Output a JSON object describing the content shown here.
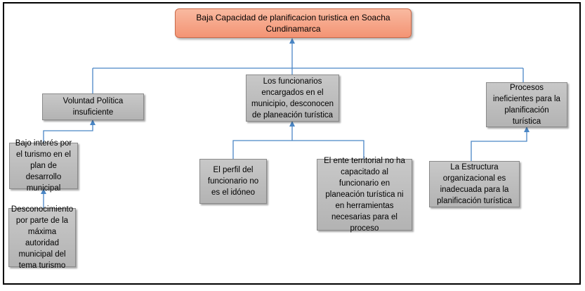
{
  "root": {
    "label": "Baja Capacidad de planificacion turistica en Soacha Cundinamarca"
  },
  "causes": [
    {
      "label": "Voluntad Política insuficiente"
    },
    {
      "label": "Los funcionarios encargados en el municipio,  desconocen de planeación turística"
    },
    {
      "label": "Procesos ineficientes para la planificación turística"
    }
  ],
  "subcauses": {
    "interes": {
      "label": "Bajo interés por el turismo en el plan de desarrollo municipal"
    },
    "desconocimiento": {
      "label": "Desconocimiento por parte de la máxima autoridad municipal del tema turismo"
    },
    "perfil": {
      "label": "El perfil del funcionario no es el idóneo"
    },
    "capacitacion": {
      "label": "El ente territorial no ha capacitado al funcionario en planeación turística ni en herramientas necesarias para el proceso"
    },
    "estructura": {
      "label": "La Estructura organizacional es inadecuada para la planificación turística"
    }
  },
  "colors": {
    "connector": "#4a86c5",
    "root_fill": "#f5a385",
    "box_fill": "#bfbfbf"
  }
}
